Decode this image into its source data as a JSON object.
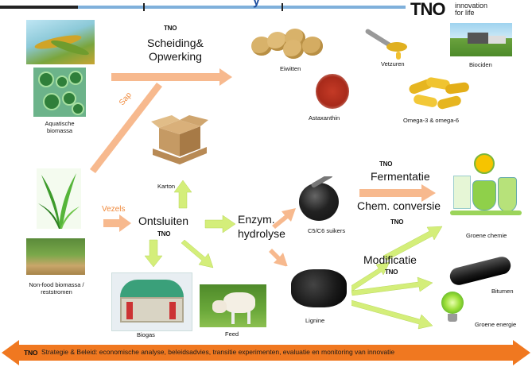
{
  "header": {
    "logo_text": "TNO",
    "tagline": "innovation for life",
    "tagline_line1": "innovation",
    "tagline_line2": "for life",
    "title_fragment": "y"
  },
  "processes": {
    "scheiding_line1": "Scheiding&",
    "scheiding_line2": "Opwerking",
    "ontsluiten": "Ontsluiten",
    "enzym_line1": "Enzym.",
    "enzym_line2": "hydrolyse",
    "fermentatie": "Fermentatie",
    "chem_conversie": "Chem. conversie",
    "modificatie": "Modificatie"
  },
  "flows": {
    "sap": "Sap",
    "vezels": "Vezels"
  },
  "tno_marks": {
    "scheiding": "TNO",
    "ontsluiten": "TNO",
    "fermentatie": "TNO",
    "chem": "TNO",
    "modificatie": "TNO",
    "footer": "TNO"
  },
  "inputs": {
    "aquatische": "Aquatische biomassa",
    "aquatische_line1": "Aquatische",
    "aquatische_line2": "biomassa",
    "nonfood": "Non-food biomassa / reststromen",
    "nonfood_line1": "Non-food biomassa /",
    "nonfood_line2": "reststromen"
  },
  "products": {
    "eiwitten": "Eiwitten",
    "vetzuren": "Vetzuren",
    "biociden": "Biociden",
    "astaxanthin": "Astaxanthin",
    "omega": "Omega-3 & omega-6",
    "karton": "Karton",
    "suikers": "C5/C6 suikers",
    "groene_chemie": "Groene chemie",
    "bitumen": "Bitumen",
    "lignine": "Lignine",
    "groene_energie": "Groene energie",
    "biogas": "Biogas",
    "feed": "Feed"
  },
  "footer": {
    "text": "Strategie & Beleid: economische analyse, beleidsadvies, transitie experimenten, evaluatie en monitoring van innovatie"
  },
  "colors": {
    "orange_arrow": "#f7b98e",
    "green_arrow": "#d4ee7a",
    "footer_orange": "#f07820",
    "top_bar_blue": "#7fb0db",
    "sap_text": "#f08a3c"
  }
}
